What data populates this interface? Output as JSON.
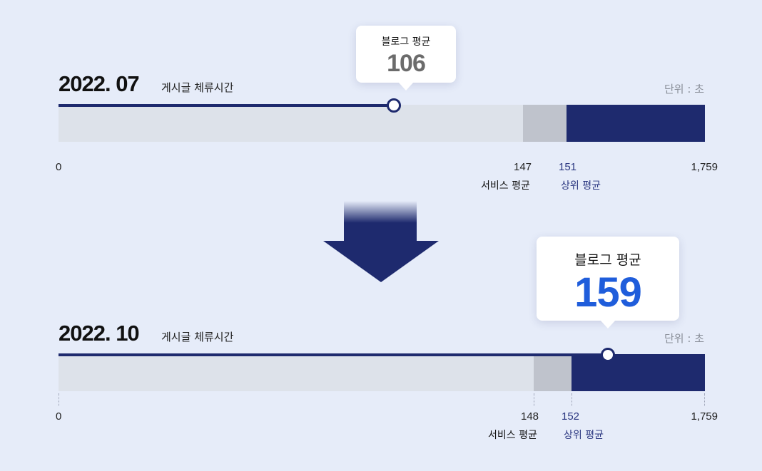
{
  "chart_data": [
    {
      "type": "bar",
      "period": "2022. 07",
      "metric": "게시글 체류시간",
      "unit": "단위 : 초",
      "range": [
        0,
        1759
      ],
      "axis_labels": [
        "0",
        "1,759"
      ],
      "blog_average": {
        "label": "블로그 평균",
        "value": 106
      },
      "service_average": {
        "label": "서비스 평균",
        "value": 147,
        "value_text": "147"
      },
      "top_average": {
        "label": "상위 평균",
        "value": 151,
        "value_text": "151"
      },
      "tooltip_value_color": "#6b6b6b"
    },
    {
      "type": "bar",
      "period": "2022. 10",
      "metric": "게시글 체류시간",
      "unit": "단위 : 초",
      "range": [
        0,
        1759
      ],
      "axis_labels": [
        "0",
        "1,759"
      ],
      "blog_average": {
        "label": "블로그 평균",
        "value": 159
      },
      "service_average": {
        "label": "서비스 평균",
        "value": 148,
        "value_text": "148"
      },
      "top_average": {
        "label": "상위 평균",
        "value": 152,
        "value_text": "152"
      },
      "tooltip_value_color": "#1f5ddb"
    }
  ],
  "colors": {
    "background": "#e6ecf9",
    "navy": "#1e2a6e",
    "light_bar": "#dde2ea",
    "mid_bar": "#bfc3cc",
    "accent_blue": "#1f5ddb"
  },
  "arrow": {
    "icon": "down-arrow-icon"
  }
}
